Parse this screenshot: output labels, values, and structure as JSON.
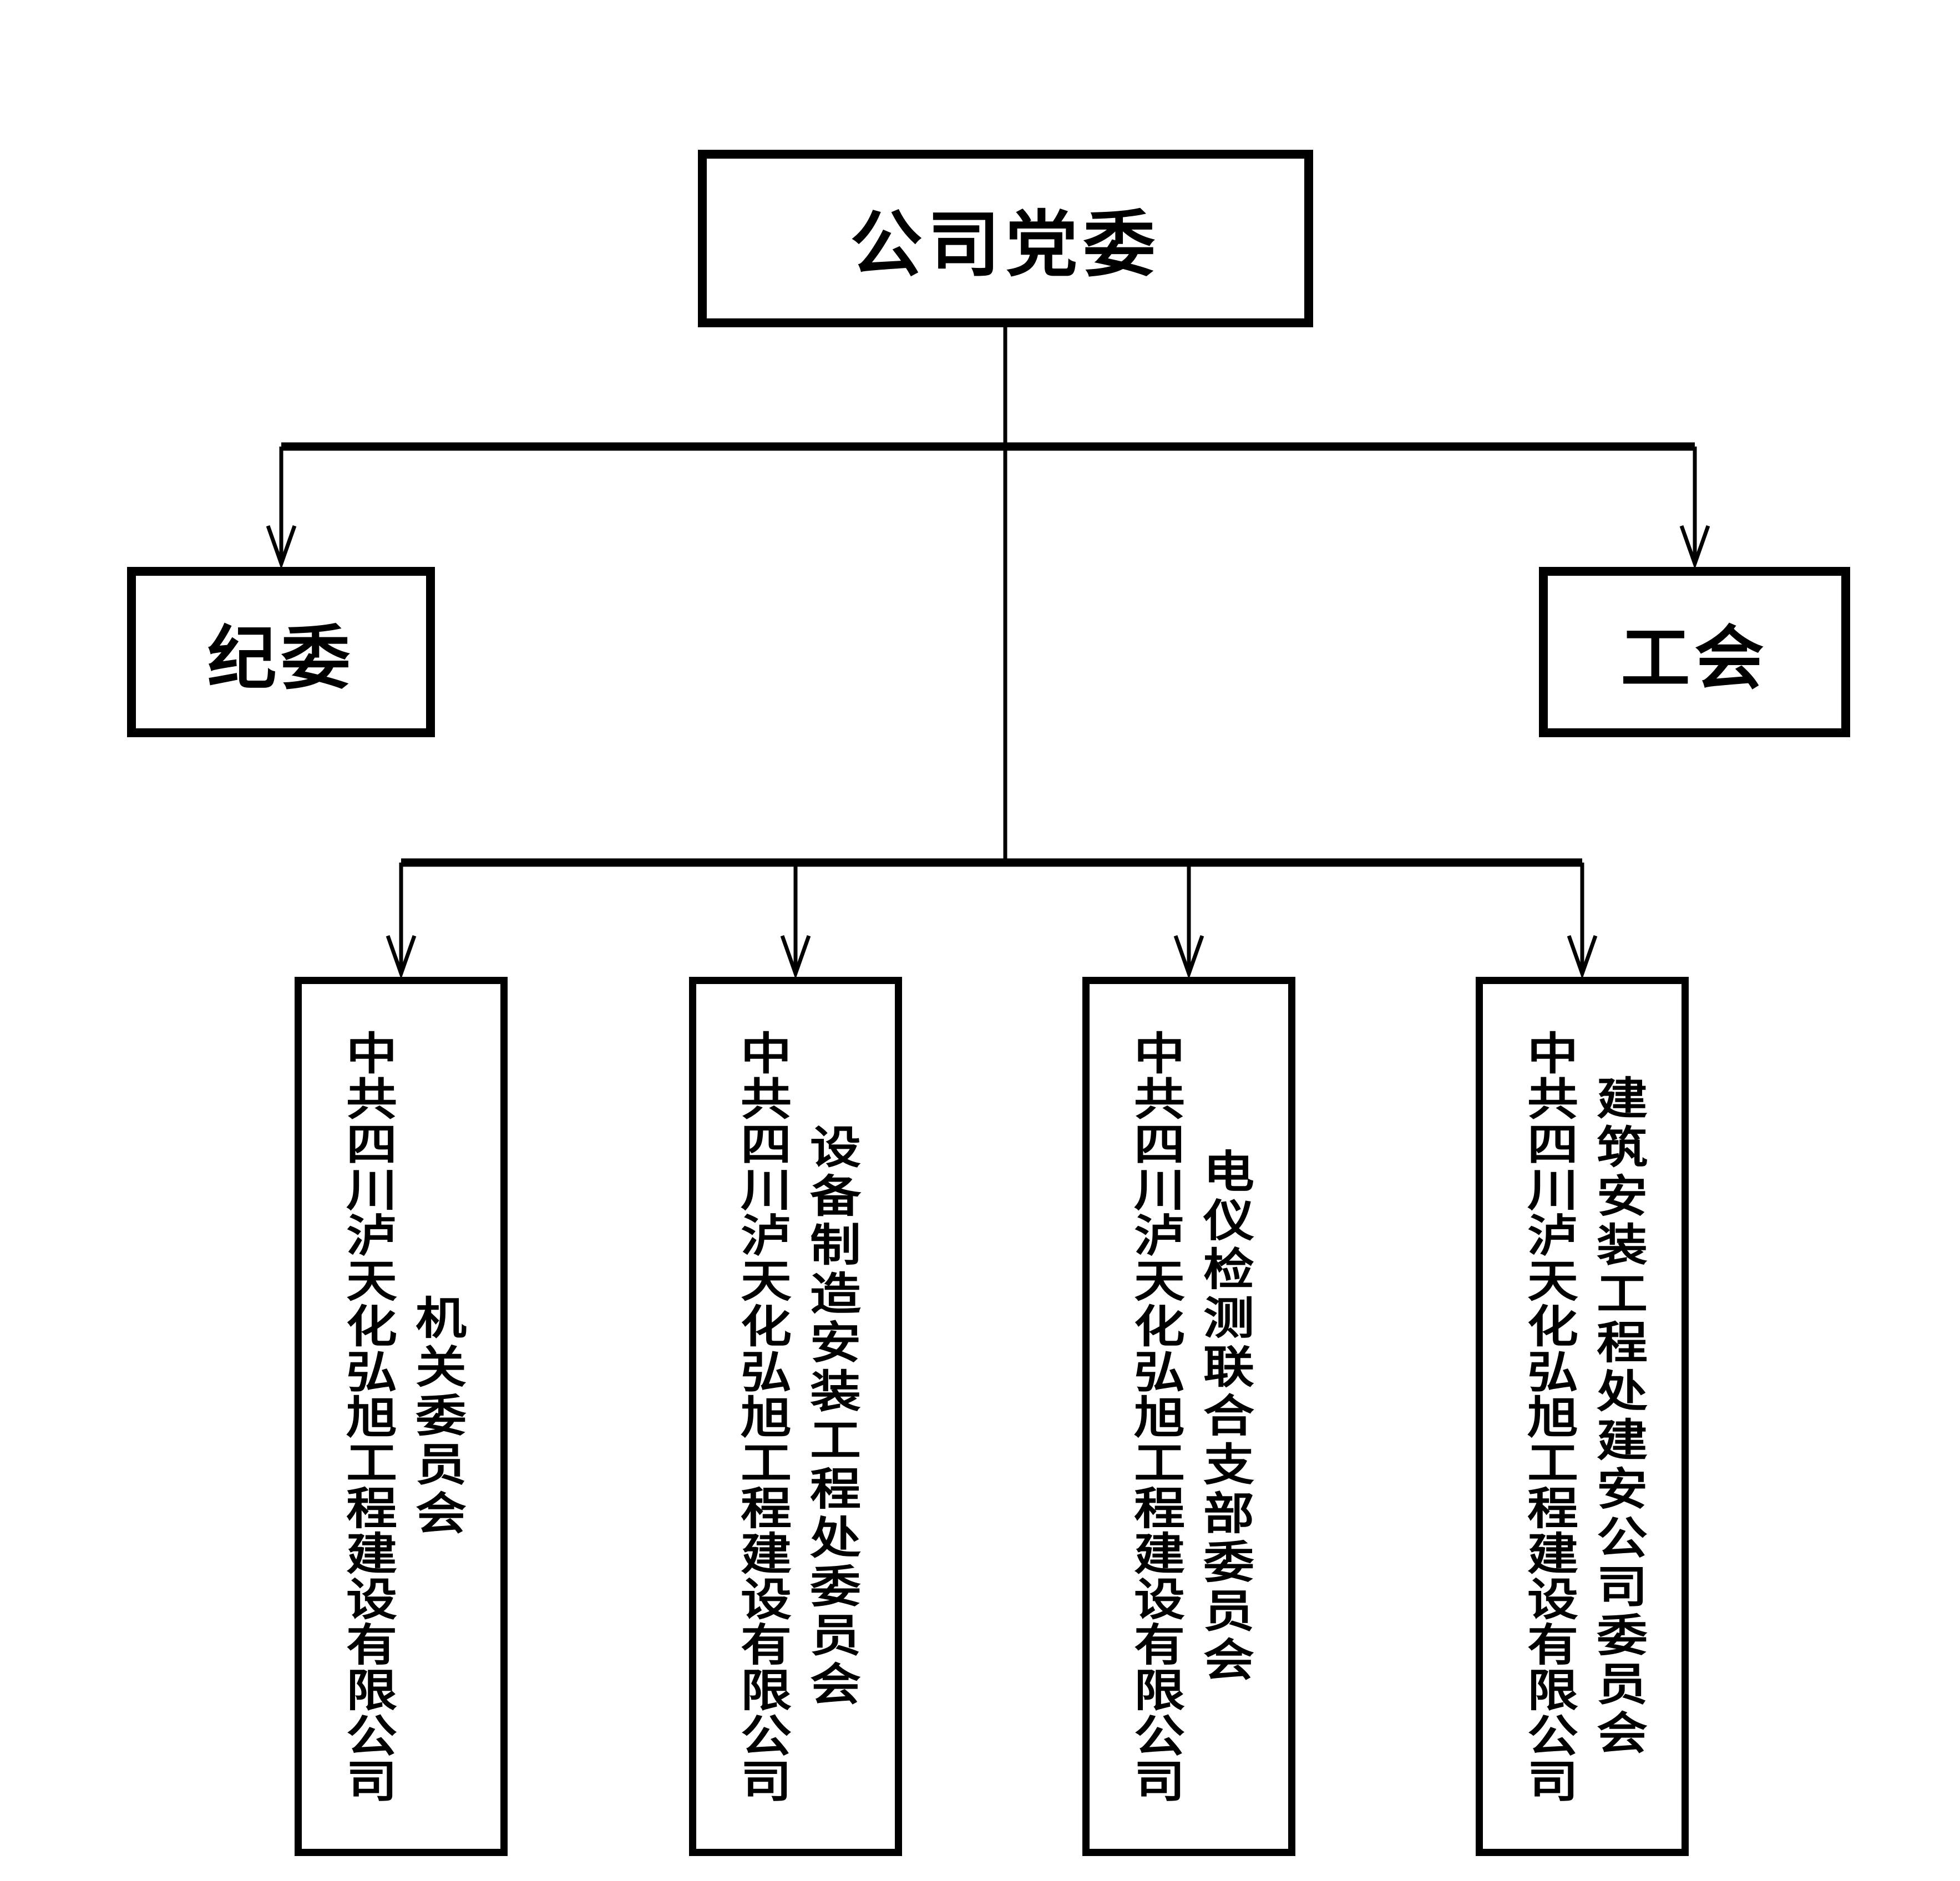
{
  "chart": {
    "type": "org-chart",
    "root": {
      "label": "公司党委"
    },
    "level2": [
      {
        "label": "纪委"
      },
      {
        "label": "工会"
      }
    ],
    "branches": [
      {
        "company": "中共四川泸天化弘旭工程建设有限公司",
        "committee": "机关委员会"
      },
      {
        "company": "中共四川泸天化弘旭工程建设有限公司",
        "committee": "设备制造安装工程处委员会"
      },
      {
        "company": "中共四川泸天化弘旭工程建设有限公司",
        "committee": "电仪检测联合支部委员会"
      },
      {
        "company": "中共四川泸天化弘旭工程建设有限公司",
        "committee": "建筑安装工程处建安公司委员会"
      }
    ],
    "colors": {
      "line": "#000000",
      "text": "#000000",
      "box_background": "#ffffff",
      "page_background": "#ffffff"
    }
  }
}
